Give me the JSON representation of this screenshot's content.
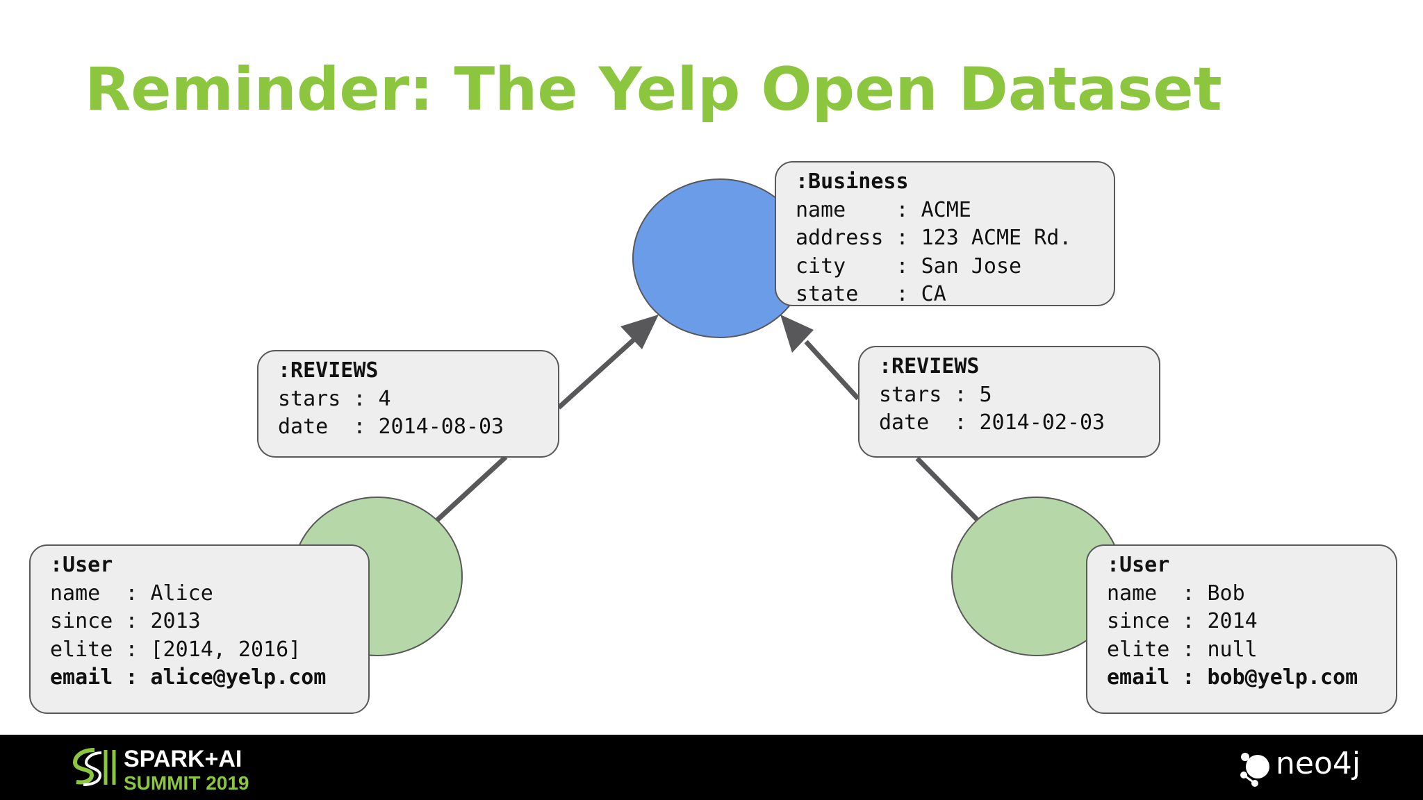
{
  "title": "Reminder: The Yelp Open Dataset",
  "colors": {
    "title": "#8cc63f",
    "business_node": "#6b9ce8",
    "user_node": "#b6d7a8",
    "card_bg": "#efeeef",
    "card_border": "#58585a",
    "arrow": "#58585a",
    "footer_bg": "#000000"
  },
  "business": {
    "label": ":Business",
    "props": [
      {
        "key": "name   ",
        "value": "ACME"
      },
      {
        "key": "address",
        "value": "123 ACME Rd."
      },
      {
        "key": "city   ",
        "value": "San Jose"
      },
      {
        "key": "state  ",
        "value": "CA"
      }
    ]
  },
  "review_left": {
    "label": ":REVIEWS",
    "props": [
      {
        "key": "stars",
        "value": "4"
      },
      {
        "key": "date ",
        "value": "2014-08-03"
      }
    ]
  },
  "review_right": {
    "label": ":REVIEWS",
    "props": [
      {
        "key": "stars",
        "value": "5"
      },
      {
        "key": "date ",
        "value": "2014-02-03"
      }
    ]
  },
  "user_alice": {
    "label": ":User",
    "props": [
      {
        "key": "name ",
        "value": "Alice"
      },
      {
        "key": "since",
        "value": "2013"
      },
      {
        "key": "elite",
        "value": "[2014, 2016]"
      },
      {
        "key": "email",
        "value": "alice@yelp.com",
        "bold": true
      }
    ]
  },
  "user_bob": {
    "label": ":User",
    "props": [
      {
        "key": "name ",
        "value": "Bob"
      },
      {
        "key": "since",
        "value": "2014"
      },
      {
        "key": "elite",
        "value": "null"
      },
      {
        "key": "email",
        "value": "bob@yelp.com",
        "bold": true
      }
    ]
  },
  "footer": {
    "spark_line1": "SPARK+AI",
    "spark_line2": "SUMMIT 2019",
    "spark_icon": "spark-ai-logo-icon",
    "neo4j_text": "neo4j",
    "neo4j_icon": "neo4j-logo-icon"
  }
}
